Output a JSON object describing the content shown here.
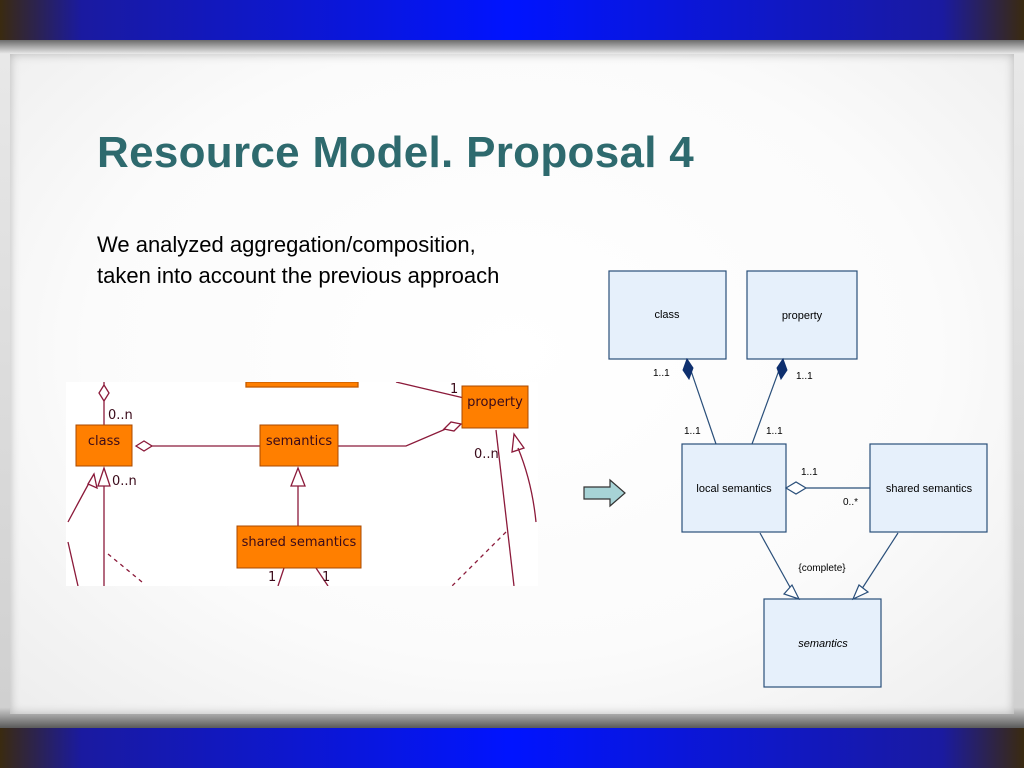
{
  "slide": {
    "title": "Resource Model. Proposal 4",
    "body_lines": [
      "We analyzed aggregation/composition,",
      "taken into account the previous approach"
    ]
  },
  "old_diagram": {
    "boxes": {
      "class": "class",
      "semantics": "semantics",
      "property": "property",
      "shared_semantics": "shared semantics"
    },
    "multiplicities": {
      "class_top": "0..n",
      "class_bottom": "0..n",
      "property_bottom": "0..n",
      "property_top": "1",
      "shared_left": "1",
      "shared_right": "1"
    },
    "colors": {
      "box_fill": "#ff7f00",
      "line": "#8b1a3a"
    }
  },
  "arrow": {
    "color": "#a7d3d6"
  },
  "new_diagram": {
    "boxes": {
      "class": "class",
      "property": "property",
      "local_semantics": "local semantics",
      "shared_semantics": "shared semantics",
      "semantics": "semantics"
    },
    "multiplicities": {
      "class_comp": "1..1",
      "property_comp": "1..1",
      "local_to_class": "1..1",
      "local_to_property": "1..1",
      "local_to_shared": "1..1",
      "shared_to_local": "0..*"
    },
    "constraint": "{complete}",
    "colors": {
      "box_fill": "#e6f0fb",
      "box_border": "#2a4f7a",
      "diamond": "#0e2f6e"
    }
  }
}
